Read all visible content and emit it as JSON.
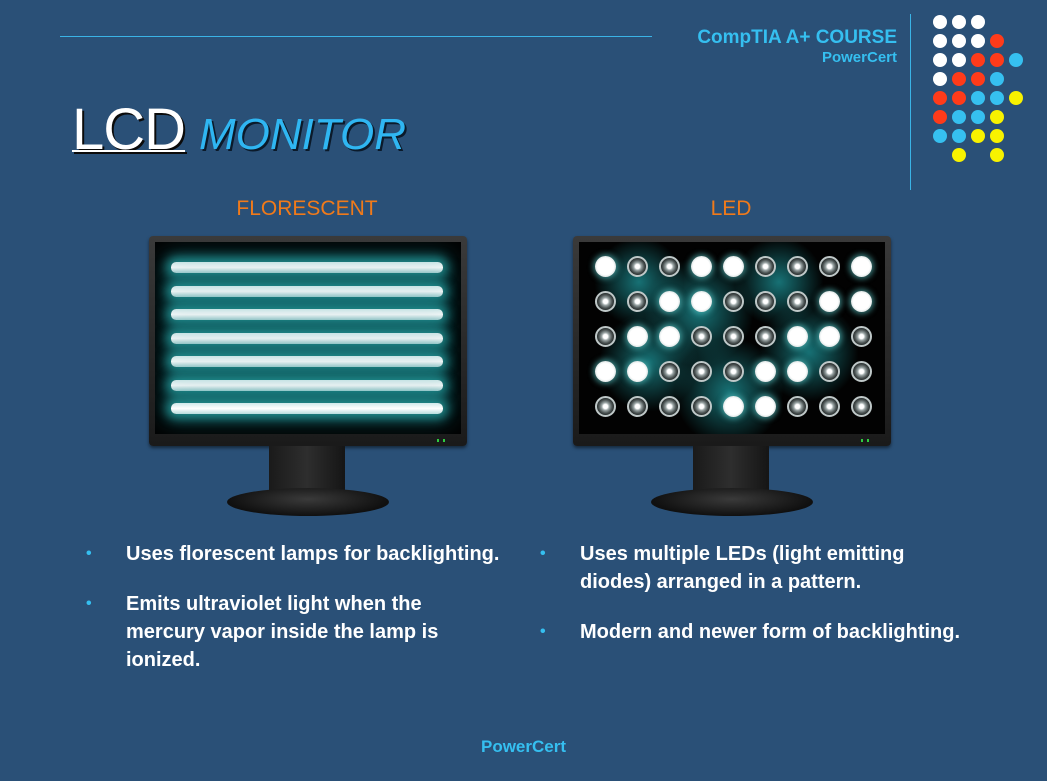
{
  "header": {
    "course": "CompTIA A+ COURSE",
    "brand": "PowerCert"
  },
  "title": {
    "main": "LCD",
    "sub": "MONITOR"
  },
  "panels": {
    "left_label": "FLORESCENT",
    "right_label": "LED"
  },
  "bullets_left": [
    "Uses florescent lamps for backlighting.",
    "Emits ultraviolet light when the mercury vapor inside the lamp is ionized."
  ],
  "bullets_right": [
    "Uses multiple LEDs (light emitting diodes) arranged in a pattern.",
    "Modern and newer form of backlighting."
  ],
  "footer": "PowerCert",
  "colors": {
    "background": "#2a5077",
    "accent": "#35bff0",
    "label": "#f07a1a",
    "dot_white": "#ffffff",
    "dot_red": "#ff3b1a",
    "dot_blue": "#36c0f0",
    "dot_yellow": "#f8f200"
  },
  "led_pattern": [
    [
      1,
      0,
      0,
      1,
      1,
      0,
      0,
      0,
      1
    ],
    [
      0,
      0,
      1,
      1,
      0,
      0,
      0,
      1,
      1
    ],
    [
      0,
      1,
      1,
      0,
      0,
      0,
      1,
      1,
      0
    ],
    [
      1,
      1,
      0,
      0,
      0,
      1,
      1,
      0,
      0
    ],
    [
      0,
      0,
      0,
      0,
      1,
      1,
      0,
      0,
      0
    ]
  ]
}
